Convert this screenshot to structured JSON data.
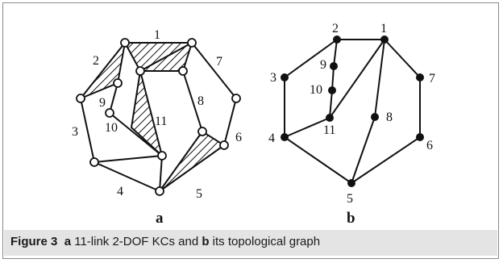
{
  "diagram_a": {
    "sublabel": "a",
    "link_labels": [
      "1",
      "2",
      "3",
      "4",
      "5",
      "6",
      "7",
      "8",
      "9",
      "10",
      "11"
    ]
  },
  "diagram_b": {
    "sublabel": "b",
    "node_labels": [
      "1",
      "2",
      "3",
      "4",
      "5",
      "6",
      "7",
      "8",
      "9",
      "10",
      "11"
    ]
  },
  "caption": {
    "figure_label": "Figure 3",
    "a": "a",
    "text1": " 11-link 2-DOF KCs and ",
    "b": "b",
    "text2": " its topological graph"
  }
}
